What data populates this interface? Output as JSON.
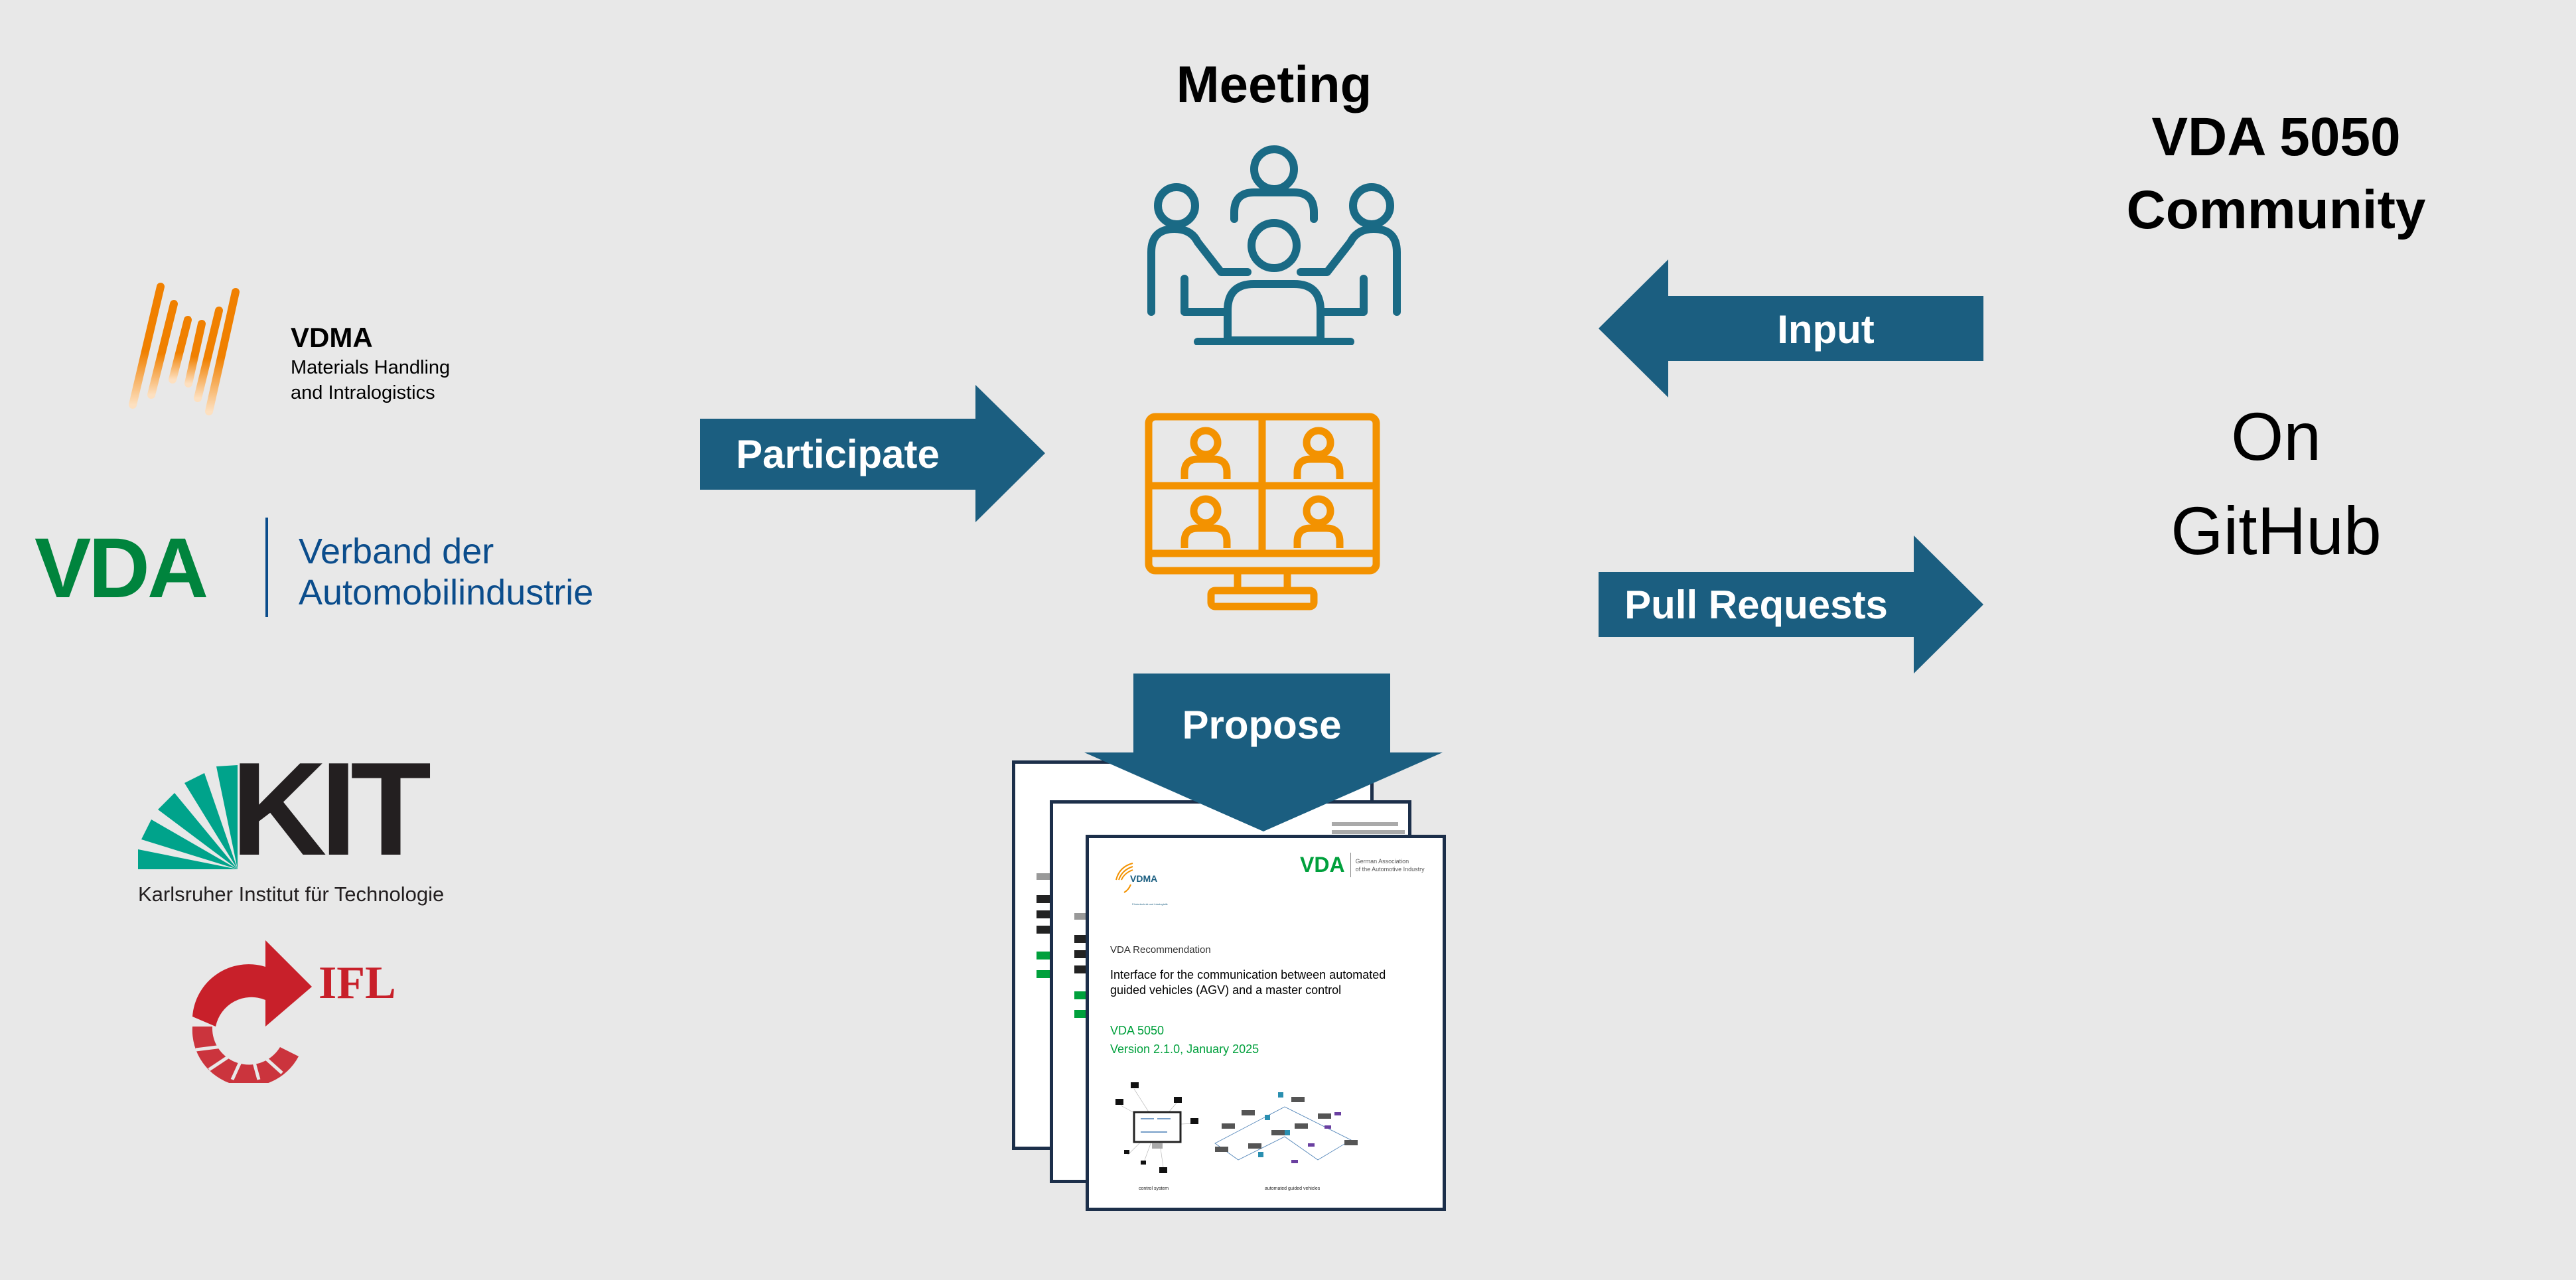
{
  "meeting": {
    "title": "Meeting"
  },
  "community": {
    "title_line1": "VDA 5050",
    "title_line2": "Community",
    "platform_line1": "On",
    "platform_line2": "GitHub"
  },
  "arrows": {
    "participate": "Participate",
    "input": "Input",
    "pull_requests": "Pull Requests",
    "propose": "Propose"
  },
  "logos": {
    "vdma": {
      "name": "VDMA",
      "line1": "Materials Handling",
      "line2": "and Intralogistics"
    },
    "vda": {
      "name": "VDA",
      "line1": "Verband der",
      "line2": "Automobilindustrie"
    },
    "kit": {
      "name": "KIT",
      "subtitle": "Karlsruher Institut für Technologie"
    },
    "ifl": {
      "name": "IFL"
    }
  },
  "document": {
    "vdma_name": "VDMA",
    "vdma_sub": "Fördertechnik und Intralogistik",
    "vda_name": "VDA",
    "vda_sub1": "German Association",
    "vda_sub2": "of the Automotive Industry",
    "type": "VDA Recommendation",
    "title": "Interface for the communication between automated guided vehicles (AGV) and a master control",
    "standard": "VDA 5050",
    "version": "Version 2.1.0, January 2025",
    "caption_left": "control system",
    "caption_right": "automated guided vehicles"
  },
  "colors": {
    "background": "#e8e8e8",
    "arrow": "#1b5e80",
    "meeting_icon": "#1a6a85",
    "video_icon": "#f39200",
    "vda_green": "#00a03c",
    "vda_blue": "#0b4d8c",
    "kit_green": "#00a38b",
    "ifl_red": "#c8202a"
  }
}
